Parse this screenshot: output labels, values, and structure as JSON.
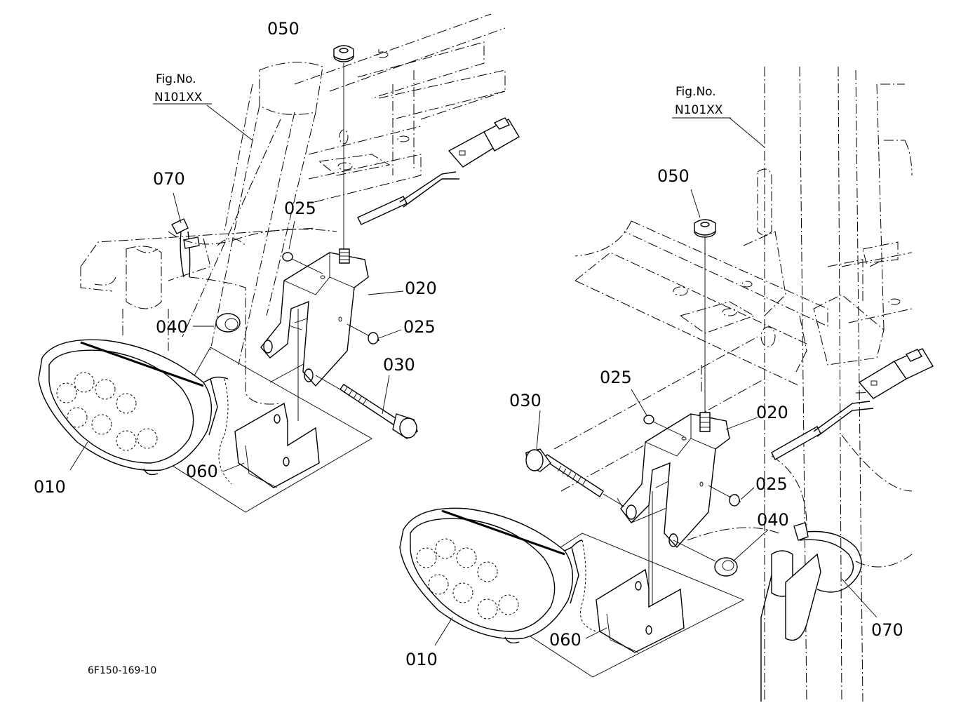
{
  "figure_references": [
    {
      "title": "Fig.No.",
      "number": "N101XX"
    },
    {
      "title": "Fig.No.",
      "number": "N101XX"
    }
  ],
  "left_assembly": {
    "labels": [
      "050",
      "070",
      "025",
      "020",
      "040",
      "025",
      "030",
      "010",
      "060"
    ]
  },
  "right_assembly": {
    "labels": [
      "050",
      "025",
      "030",
      "020",
      "025",
      "040",
      "010",
      "060",
      "070"
    ]
  },
  "drawing_code": "6F150-169-10"
}
